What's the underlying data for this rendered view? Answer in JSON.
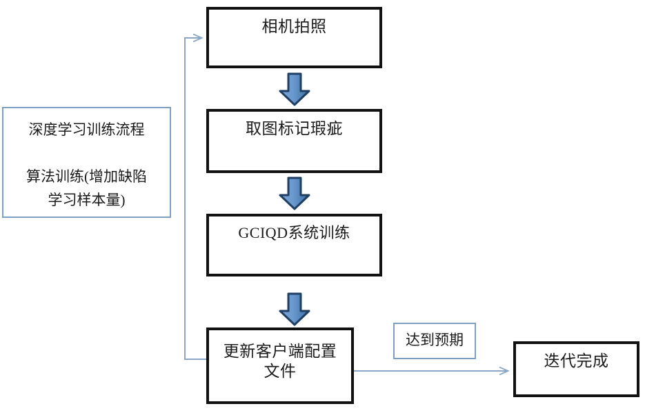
{
  "diagram": {
    "title_note": {
      "name": "deep-learning-training-process-note",
      "line1": "深度学习训练流程",
      "line2": "算法训练(增加缺陷",
      "line3": "学习样本量)",
      "text": "深度学习训练流程\n\n算法训练(增加缺陷\n学习样本量)",
      "border_color": "#7d9fc4"
    },
    "nodes": [
      {
        "id": "capture",
        "label": "相机拍照",
        "border_color": "#111111"
      },
      {
        "id": "mark",
        "label": "取图标记瑕疵",
        "border_color": "#111111"
      },
      {
        "id": "train",
        "label": "GCIQD系统训练",
        "border_color": "#111111"
      },
      {
        "id": "update",
        "label": "更新客户端配置\n文件",
        "border_color": "#111111"
      },
      {
        "id": "done",
        "label": "迭代完成",
        "border_color": "#111111"
      }
    ],
    "edge_label": {
      "id": "expected",
      "label": "达到预期",
      "border_color": "#7d9fc4"
    },
    "arrows": {
      "block_arrow_color_light": "#6f9cd0",
      "block_arrow_color_dark": "#1f3f63",
      "connector_color": "#8ba6c6",
      "down_arrows": [
        {
          "from": "capture",
          "to": "mark"
        },
        {
          "from": "mark",
          "to": "train"
        },
        {
          "from": "train",
          "to": "update"
        }
      ],
      "flow_arrows": [
        {
          "from": "update",
          "to": "done",
          "label": "达到预期"
        },
        {
          "from": "update",
          "to": "capture",
          "label": ""
        }
      ]
    }
  }
}
